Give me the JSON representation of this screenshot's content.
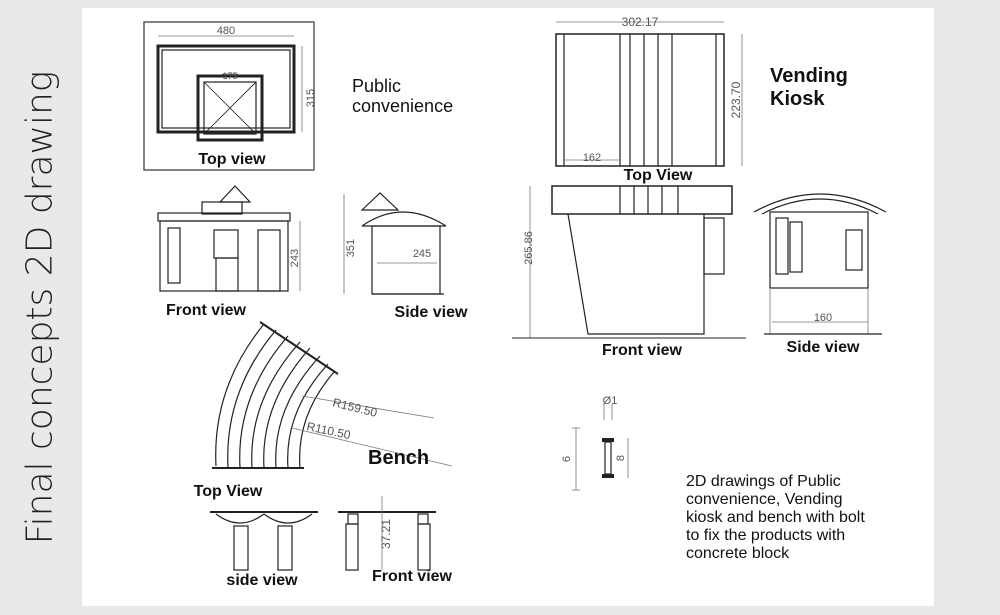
{
  "sidebar_title": "Final concepts 2D drawing",
  "public_convenience": {
    "title_line1": "Public",
    "title_line2": "convenience",
    "top_view": {
      "label": "Top view",
      "dim_width": "480",
      "dim_height": "315",
      "dim_inner": "175"
    },
    "front_view": {
      "label": "Front view",
      "dim_height": "243"
    },
    "side_view": {
      "label": "Side view",
      "dim_width": "245",
      "dim_height": "351"
    }
  },
  "vending_kiosk": {
    "title_line1": "Vending",
    "title_line2": "Kiosk",
    "top_view": {
      "label": "Top View",
      "dim_width": "302.17",
      "dim_height": "223.70",
      "dim_inner": "162"
    },
    "front_view": {
      "label": "Front view",
      "dim_height": "265.86"
    },
    "side_view": {
      "label": "Side view",
      "dim_width": "160"
    }
  },
  "bench": {
    "title": "Bench",
    "top_view": {
      "label": "Top View",
      "dim_outer_radius": "R159.50",
      "dim_inner_radius": "R110.50"
    },
    "side_view": {
      "label": "side view"
    },
    "front_view": {
      "label": "Front view",
      "dim_height": "37.21"
    }
  },
  "bolt": {
    "dim_diameter": "Ø1",
    "dim_left": "6",
    "dim_right": "8"
  },
  "caption": {
    "line1": "2D drawings of Public",
    "line2": "convenience, Vending",
    "line3": "kiosk and bench with bolt",
    "line4": "to fix the products  with",
    "line5": "concrete block"
  }
}
